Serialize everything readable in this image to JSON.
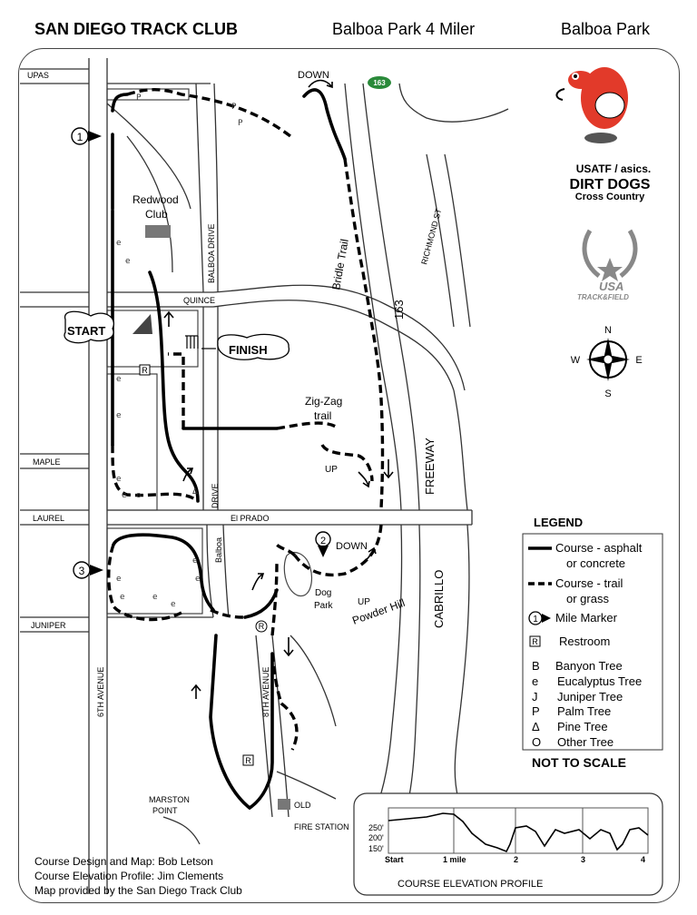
{
  "header": {
    "club": "SAN DIEGO TRACK CLUB",
    "race": "Balboa Park 4 Miler",
    "park": "Balboa Park"
  },
  "streets": {
    "upas": "UPAS",
    "quince": "QUINCE",
    "maple": "MAPLE",
    "laurel": "LAUREL",
    "el_prado": "El PRADO",
    "juniper": "JUNIPER",
    "balboa_drive": "BALBOA DRIVE",
    "drive": "DRIVE",
    "balboa": "Balboa",
    "sixth_avenue": "6TH AVENUE",
    "eighth_avenue": "8TH AVENUE",
    "richmond_st": "RICHMOND ST",
    "freeway": "FREEWAY",
    "cabrillo": "CABRILLO",
    "route_163": "163",
    "route_badge": "163"
  },
  "places": {
    "redwood": "Redwood",
    "club": "Club",
    "bridle_trail": "Bridle Trail",
    "zigzag": "Zig-Zag",
    "trail": "trail",
    "dog": "Dog",
    "park": "Park",
    "powder_hill": "Powder Hill",
    "marston": "MARSTON",
    "point": "POINT",
    "old": "OLD",
    "fire_station": "FIRE STATION"
  },
  "callouts": {
    "start": "START",
    "finish": "FINISH",
    "down": "DOWN",
    "up": "UP"
  },
  "mile_markers": [
    "1",
    "2",
    "3"
  ],
  "restroom_symbol": "R",
  "logos": {
    "usatf_asics": "USATF / asics.",
    "dirt_dogs": "DIRT DOGS",
    "cross_country": "Cross Country",
    "usa": "USA",
    "track_field": "TRACK&FIELD"
  },
  "compass": {
    "n": "N",
    "s": "S",
    "e": "E",
    "w": "W"
  },
  "legend": {
    "title": "LEGEND",
    "asphalt_1": "Course - asphalt",
    "asphalt_2": "or concrete",
    "trail_1": "Course - trail",
    "trail_2": "or grass",
    "mile_marker": "Mile Marker",
    "restroom": "Restroom",
    "trees": [
      {
        "sym": "B",
        "name": "Banyon Tree"
      },
      {
        "sym": "e",
        "name": "Eucalyptus Tree"
      },
      {
        "sym": "J",
        "name": "Juniper Tree"
      },
      {
        "sym": "P",
        "name": "Palm Tree"
      },
      {
        "sym": "Δ",
        "name": "Pine Tree"
      },
      {
        "sym": "O",
        "name": "Other Tree"
      }
    ],
    "not_to_scale": "NOT TO SCALE"
  },
  "elevation_profile": {
    "title": "COURSE ELEVATION PROFILE",
    "y_ticks": [
      "250'",
      "200'",
      "150'"
    ],
    "x_ticks": [
      "Start",
      "1 mile",
      "2",
      "3",
      "4"
    ]
  },
  "credits": {
    "design": "Course Design and Map: Bob Letson",
    "elevation": "Course Elevation Profile: Jim Clements",
    "provided": "Map provided by the San Diego Track Club"
  }
}
